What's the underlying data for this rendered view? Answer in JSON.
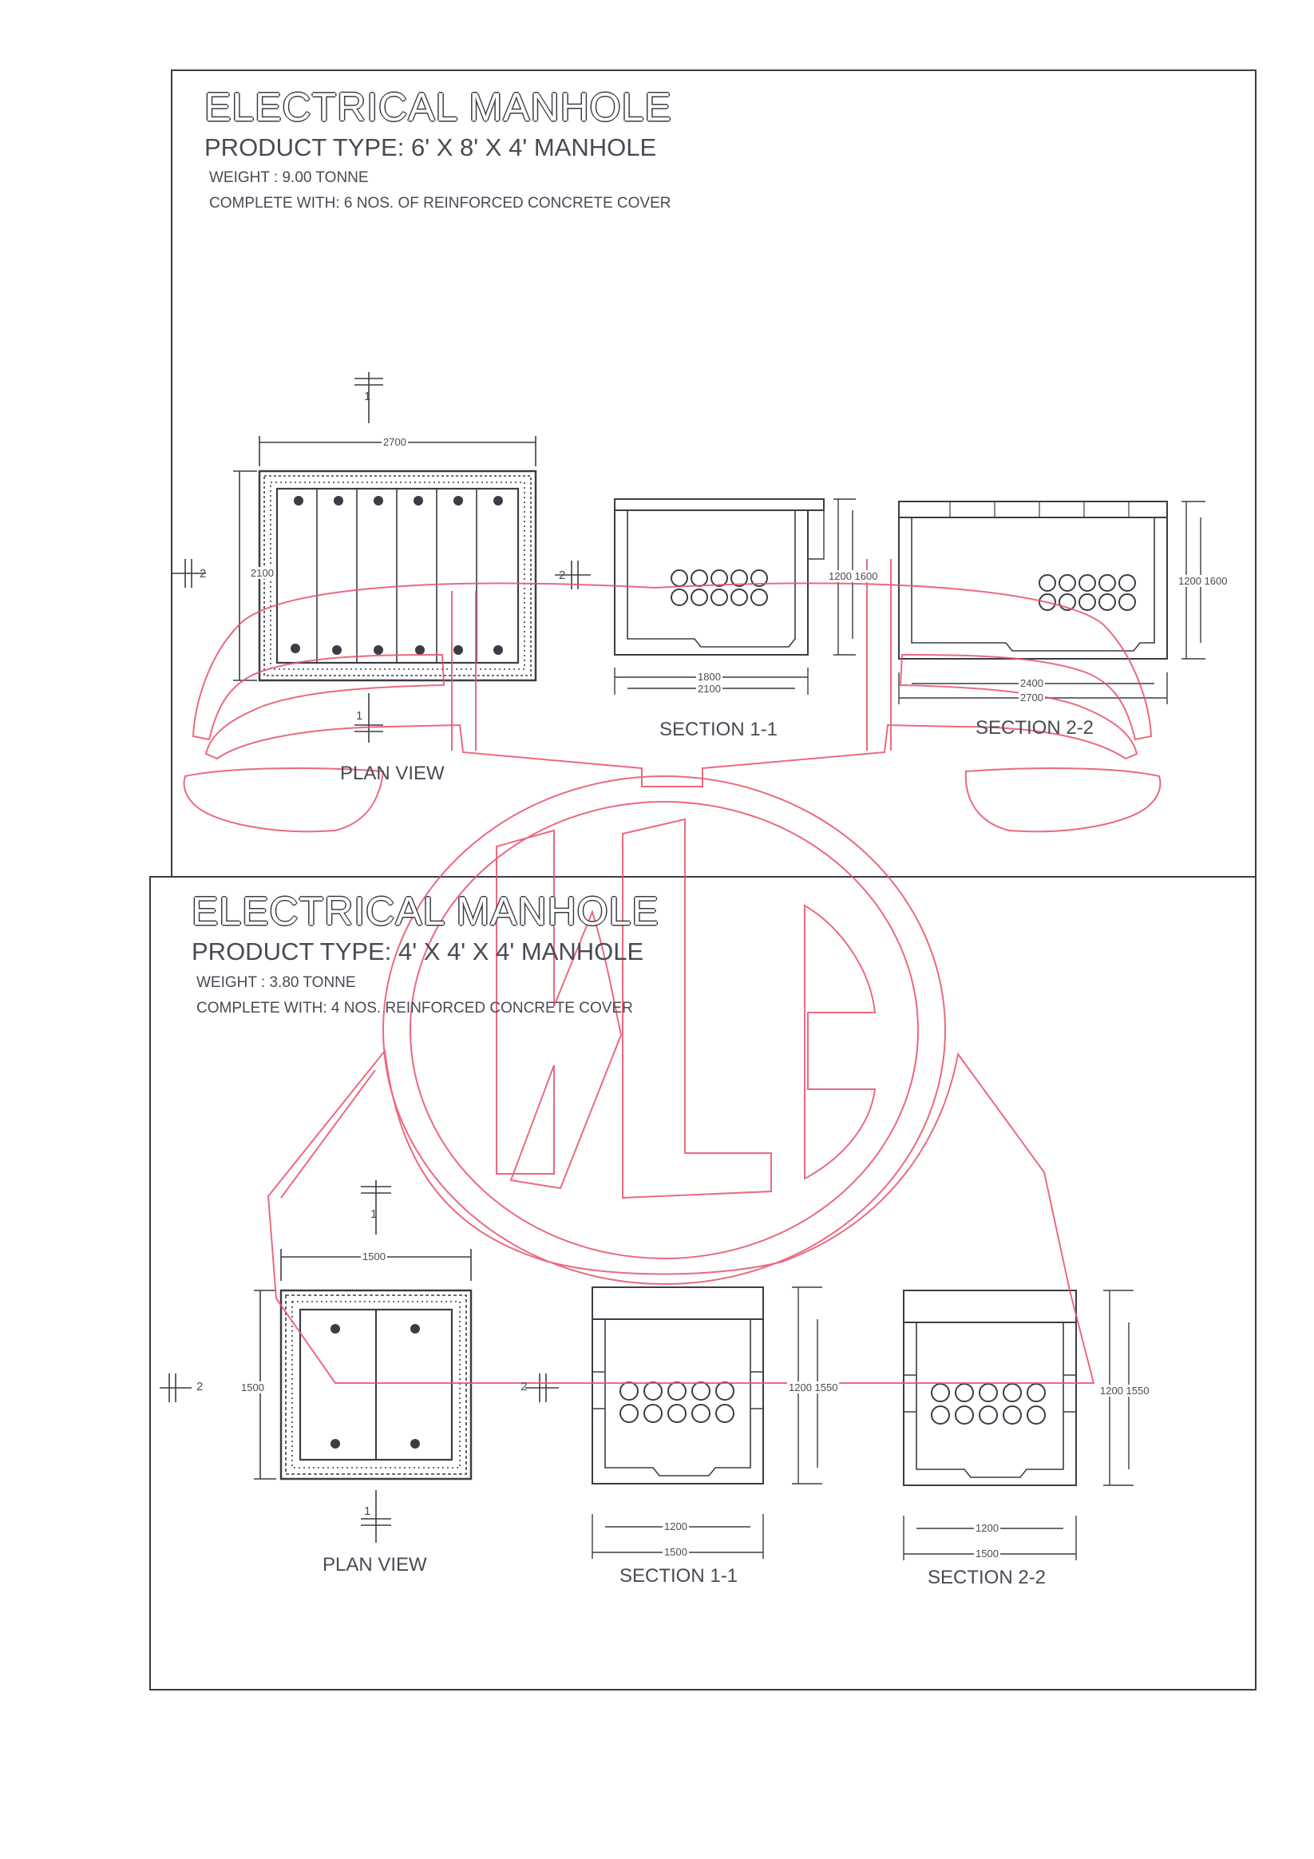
{
  "sheet1": {
    "title": "ELECTRICAL MANHOLE",
    "product_type": "PRODUCT TYPE:   6' X 8' X 4' MANHOLE",
    "weight": "WEIGHT :   9.00 TONNE",
    "complete_with": "COMPLETE WITH:   6 NOS. OF REINFORCED CONCRETE COVER",
    "plan": {
      "caption": "PLAN VIEW",
      "dim_width": "2700",
      "dim_height": "2100",
      "cut1": "1",
      "cut2": "2"
    },
    "section11": {
      "caption": "SECTION 1-1",
      "dim_inner": "1800",
      "dim_outer": "2100",
      "dim_height": "1200 1600"
    },
    "section22": {
      "caption": "SECTION 2-2",
      "dim_inner": "2400",
      "dim_outer": "2700",
      "dim_height": "1200 1600"
    }
  },
  "sheet2": {
    "title": "ELECTRICAL MANHOLE",
    "product_type": "PRODUCT TYPE:   4' X 4' X 4' MANHOLE",
    "weight": "WEIGHT :   3.80 TONNE",
    "complete_with": "COMPLETE WITH:   4 NOS. REINFORCED CONCRETE COVER",
    "plan": {
      "caption": "PLAN VIEW",
      "dim_width": "1500",
      "dim_height": "1500",
      "cut1": "1",
      "cut2": "2"
    },
    "section11": {
      "caption": "SECTION 1-1",
      "dim_inner": "1200",
      "dim_outer": "1500",
      "dim_height": "1200 1550"
    },
    "section22": {
      "caption": "SECTION 2-2",
      "dim_inner": "1200",
      "dim_outer": "1500",
      "dim_height": "1200 1550"
    }
  },
  "watermark": {
    "label": "KLE",
    "color": "#e8506a"
  },
  "colors": {
    "ink": "#3c3c46",
    "watermark": "#e8506a"
  }
}
